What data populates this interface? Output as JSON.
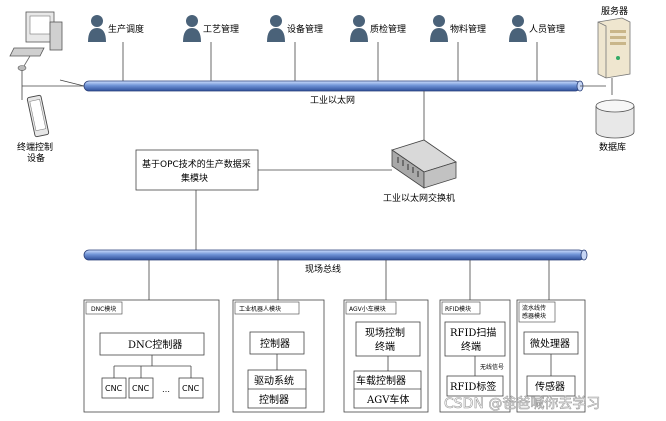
{
  "roles": [
    "生产调度",
    "工艺管理",
    "设备管理",
    "质检管理",
    "物料管理",
    "人员管理"
  ],
  "server": "服务器",
  "database": "数据库",
  "terminal": [
    "终端控制",
    "设备"
  ],
  "ethernet": "工业以太网",
  "switch": "工业以太网交换机",
  "collector": [
    "基于OPC技术的生产数据采",
    "集模块"
  ],
  "fieldbus": "现场总线",
  "modules": {
    "dnc": {
      "title": "DNC模块",
      "controller": "DNC控制器",
      "cnc": "CNC",
      "dots": "…"
    },
    "robot": {
      "title": "工业机器人模块",
      "controller": "控制器",
      "drive": "驱动系统",
      "controller2": "控制器"
    },
    "agv": {
      "title": "AGV小车模块",
      "field": [
        "现场控制",
        "终端"
      ],
      "vehicle": "车载控制器",
      "body": "AGV车体"
    },
    "rfid": {
      "title": "RFID模块",
      "scan": [
        "RFID扫描",
        "终端"
      ],
      "wireless": "无线信号",
      "tag": "RFID标签"
    },
    "flow": {
      "title": [
        "流水线传",
        "感器模块"
      ],
      "cpu": "微处理器",
      "sensor": "传感器"
    }
  },
  "watermark": "CSDN @爸爸喊你去学习"
}
